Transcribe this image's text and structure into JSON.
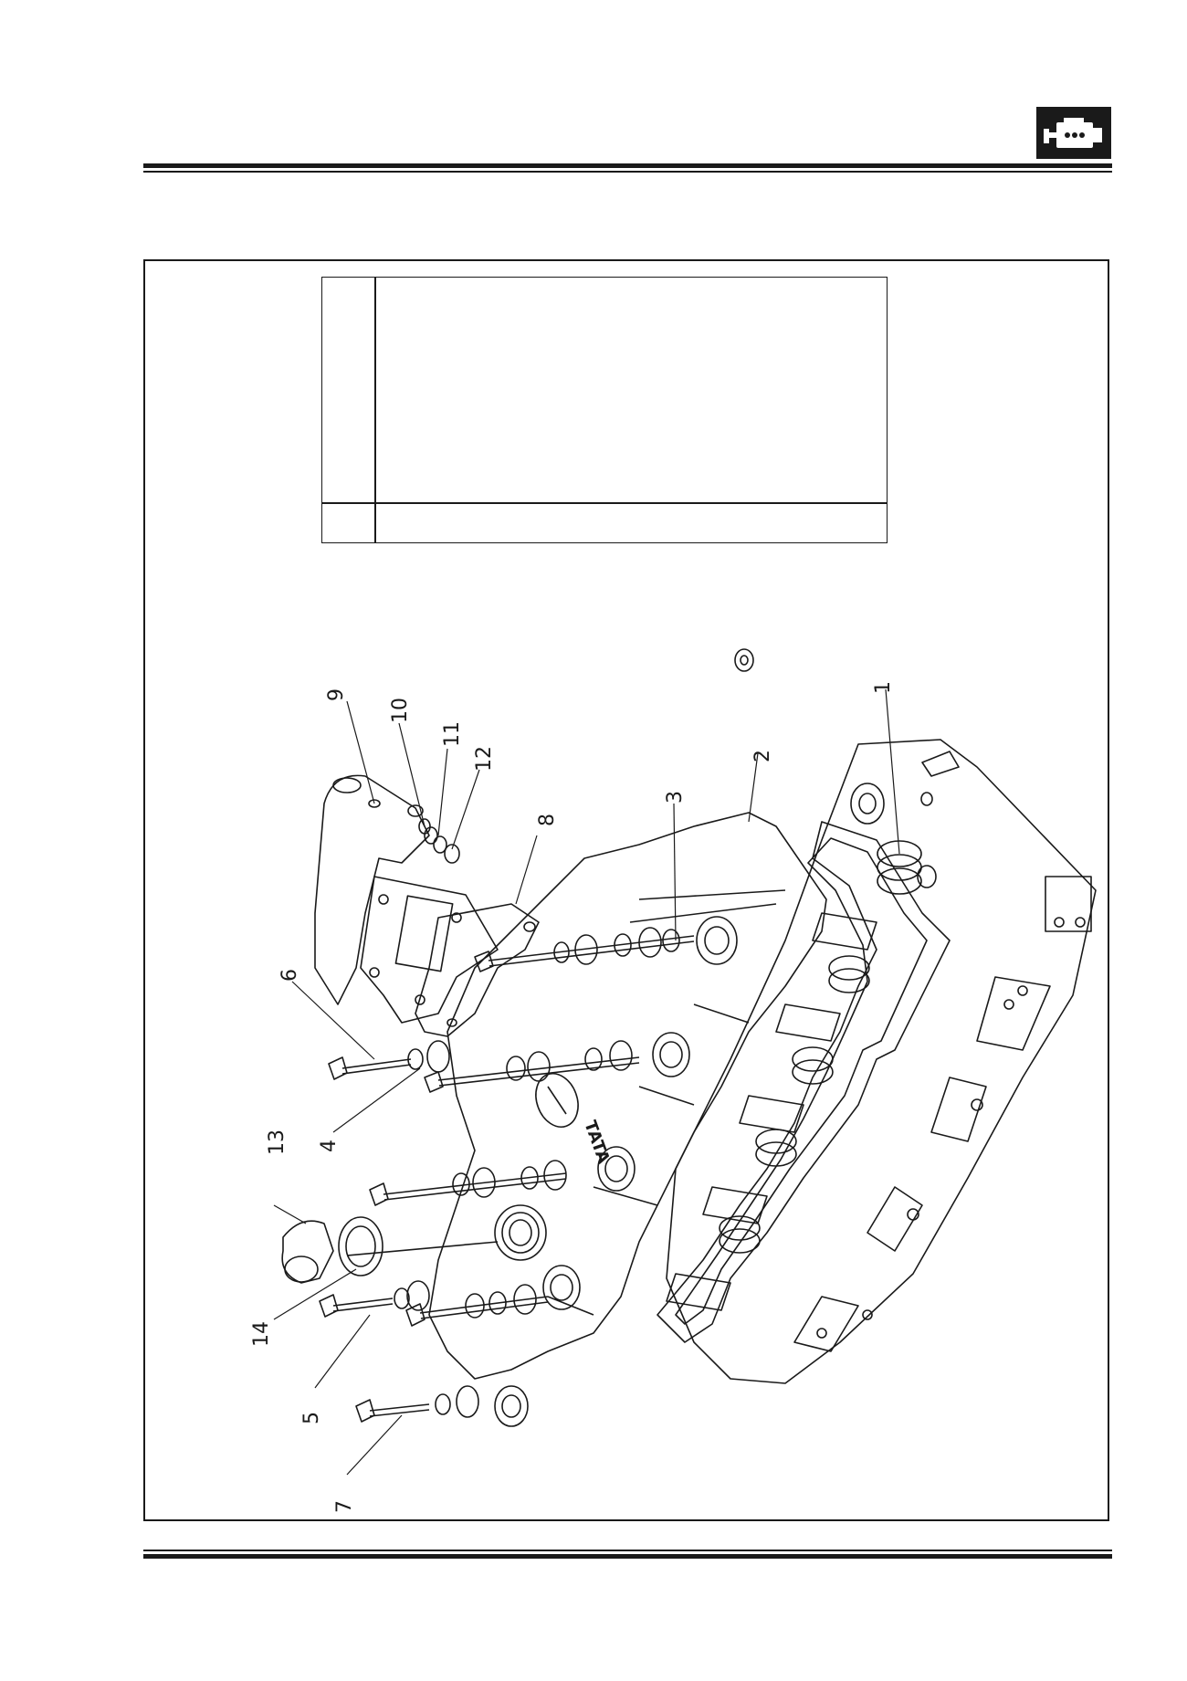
{
  "header": {
    "logo_icon": "engine-icon"
  },
  "figure": {
    "callouts": [
      "1",
      "2",
      "3",
      "4",
      "5",
      "6",
      "7",
      "8",
      "9",
      "10",
      "11",
      "12",
      "13",
      "14"
    ],
    "logo_text": "TATA"
  },
  "colors": {
    "ink": "#1a1a1a",
    "paper": "#ffffff"
  }
}
